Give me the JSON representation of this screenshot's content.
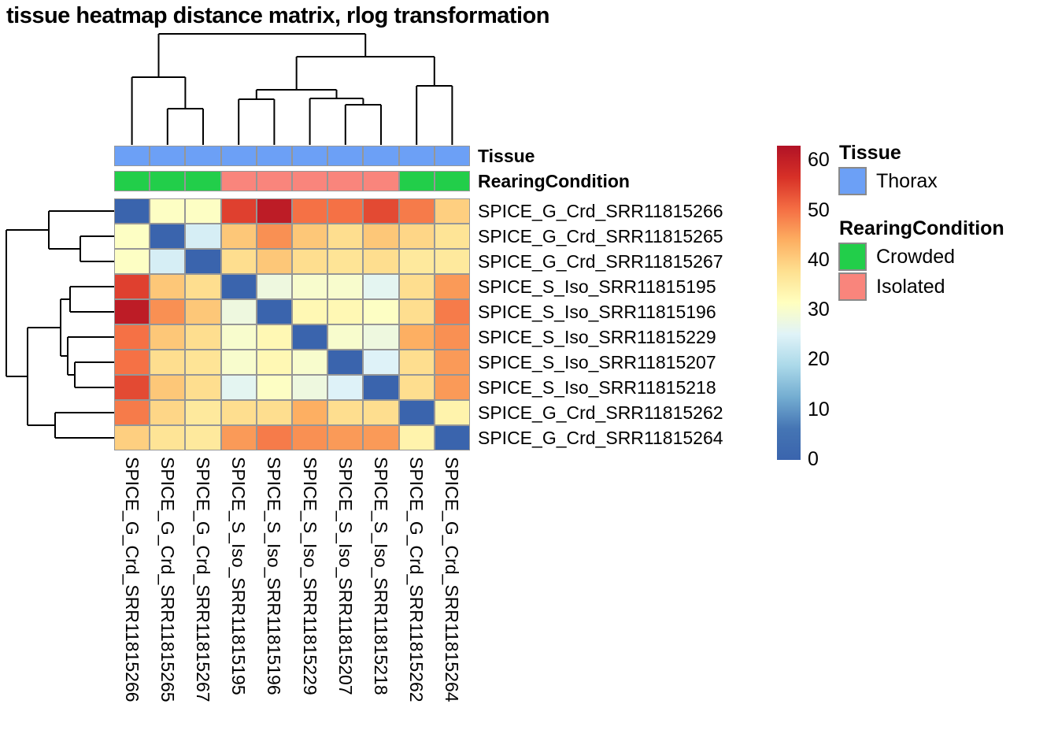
{
  "chart_data": {
    "type": "heatmap",
    "title": "tissue heatmap distance matrix, rlog transformation",
    "samples": [
      "SPICE_G_Crd_SRR11815266",
      "SPICE_G_Crd_SRR11815265",
      "SPICE_G_Crd_SRR11815267",
      "SPICE_S_Iso_SRR11815195",
      "SPICE_S_Iso_SRR11815196",
      "SPICE_S_Iso_SRR11815229",
      "SPICE_S_Iso_SRR11815207",
      "SPICE_S_Iso_SRR11815218",
      "SPICE_G_Crd_SRR11815262",
      "SPICE_G_Crd_SRR11815264"
    ],
    "matrix": [
      [
        0,
        31,
        31,
        55,
        61,
        50,
        50,
        54,
        49,
        40
      ],
      [
        31,
        0,
        24,
        41,
        47,
        41,
        38,
        41,
        39,
        37
      ],
      [
        31,
        24,
        0,
        38,
        41,
        38,
        37,
        38,
        36,
        36
      ],
      [
        55,
        41,
        38,
        0,
        28,
        30,
        30,
        26,
        38,
        46
      ],
      [
        61,
        47,
        41,
        28,
        0,
        33,
        33,
        31,
        38,
        49
      ],
      [
        50,
        41,
        38,
        30,
        33,
        0,
        30,
        28,
        44,
        47
      ],
      [
        50,
        38,
        37,
        30,
        33,
        30,
        0,
        25,
        38,
        46
      ],
      [
        54,
        41,
        38,
        26,
        31,
        28,
        25,
        0,
        38,
        46
      ],
      [
        49,
        39,
        36,
        38,
        38,
        44,
        38,
        38,
        0,
        34
      ],
      [
        40,
        37,
        36,
        46,
        49,
        47,
        46,
        46,
        34,
        0
      ]
    ],
    "colorscale": {
      "min": 0,
      "max": 63,
      "ticks": [
        60,
        50,
        40,
        30,
        20,
        10,
        0
      ],
      "stops": [
        [
          0,
          "#3A64AD"
        ],
        [
          6.3,
          "#4575B4"
        ],
        [
          12.6,
          "#74ADD1"
        ],
        [
          18.9,
          "#ABD9E9"
        ],
        [
          25.2,
          "#E0F3F8"
        ],
        [
          31.5,
          "#FFFFBF"
        ],
        [
          37.8,
          "#FEE090"
        ],
        [
          44.1,
          "#FDAE61"
        ],
        [
          50.4,
          "#F46D43"
        ],
        [
          56.7,
          "#D73027"
        ],
        [
          63,
          "#B11226"
        ]
      ]
    },
    "annotations": {
      "tissue_label": "Tissue",
      "rearing_label": "RearingCondition",
      "tissue_values": [
        "Thorax",
        "Thorax",
        "Thorax",
        "Thorax",
        "Thorax",
        "Thorax",
        "Thorax",
        "Thorax",
        "Thorax",
        "Thorax"
      ],
      "rearing_values": [
        "Crowded",
        "Crowded",
        "Crowded",
        "Isolated",
        "Isolated",
        "Isolated",
        "Isolated",
        "Isolated",
        "Crowded",
        "Crowded"
      ],
      "colors": {
        "Thorax": "#6CA0F6",
        "Crowded": "#22CE4A",
        "Isolated": "#F9857C"
      }
    },
    "col_dendrogram": [
      [
        "L1",
        "L2",
        138
      ],
      [
        "L0",
        "M0",
        98
      ],
      [
        "L3",
        "L4",
        126
      ],
      [
        "L6",
        "L7",
        133
      ],
      [
        "L5",
        "M3",
        125
      ],
      [
        "M2",
        "M4",
        114
      ],
      [
        "L8",
        "L9",
        109
      ],
      [
        "M5",
        "M6",
        72
      ],
      [
        "M1",
        "M7",
        43
      ]
    ],
    "row_dendrogram": [
      [
        "L1",
        "L2",
        102
      ],
      [
        "L0",
        "M0",
        62
      ],
      [
        "L3",
        "L4",
        89
      ],
      [
        "L6",
        "L7",
        95
      ],
      [
        "L5",
        "M3",
        86
      ],
      [
        "M2",
        "M4",
        77
      ],
      [
        "L8",
        "L9",
        70
      ],
      [
        "M5",
        "M6",
        35
      ],
      [
        "M1",
        "M7",
        8
      ]
    ]
  },
  "legend": {
    "tissue_title": "Tissue",
    "tissue_items": [
      {
        "label": "Thorax",
        "color": "#6CA0F6"
      }
    ],
    "rearing_title": "RearingCondition",
    "rearing_items": [
      {
        "label": "Crowded",
        "color": "#22CE4A"
      },
      {
        "label": "Isolated",
        "color": "#F9857C"
      }
    ]
  }
}
